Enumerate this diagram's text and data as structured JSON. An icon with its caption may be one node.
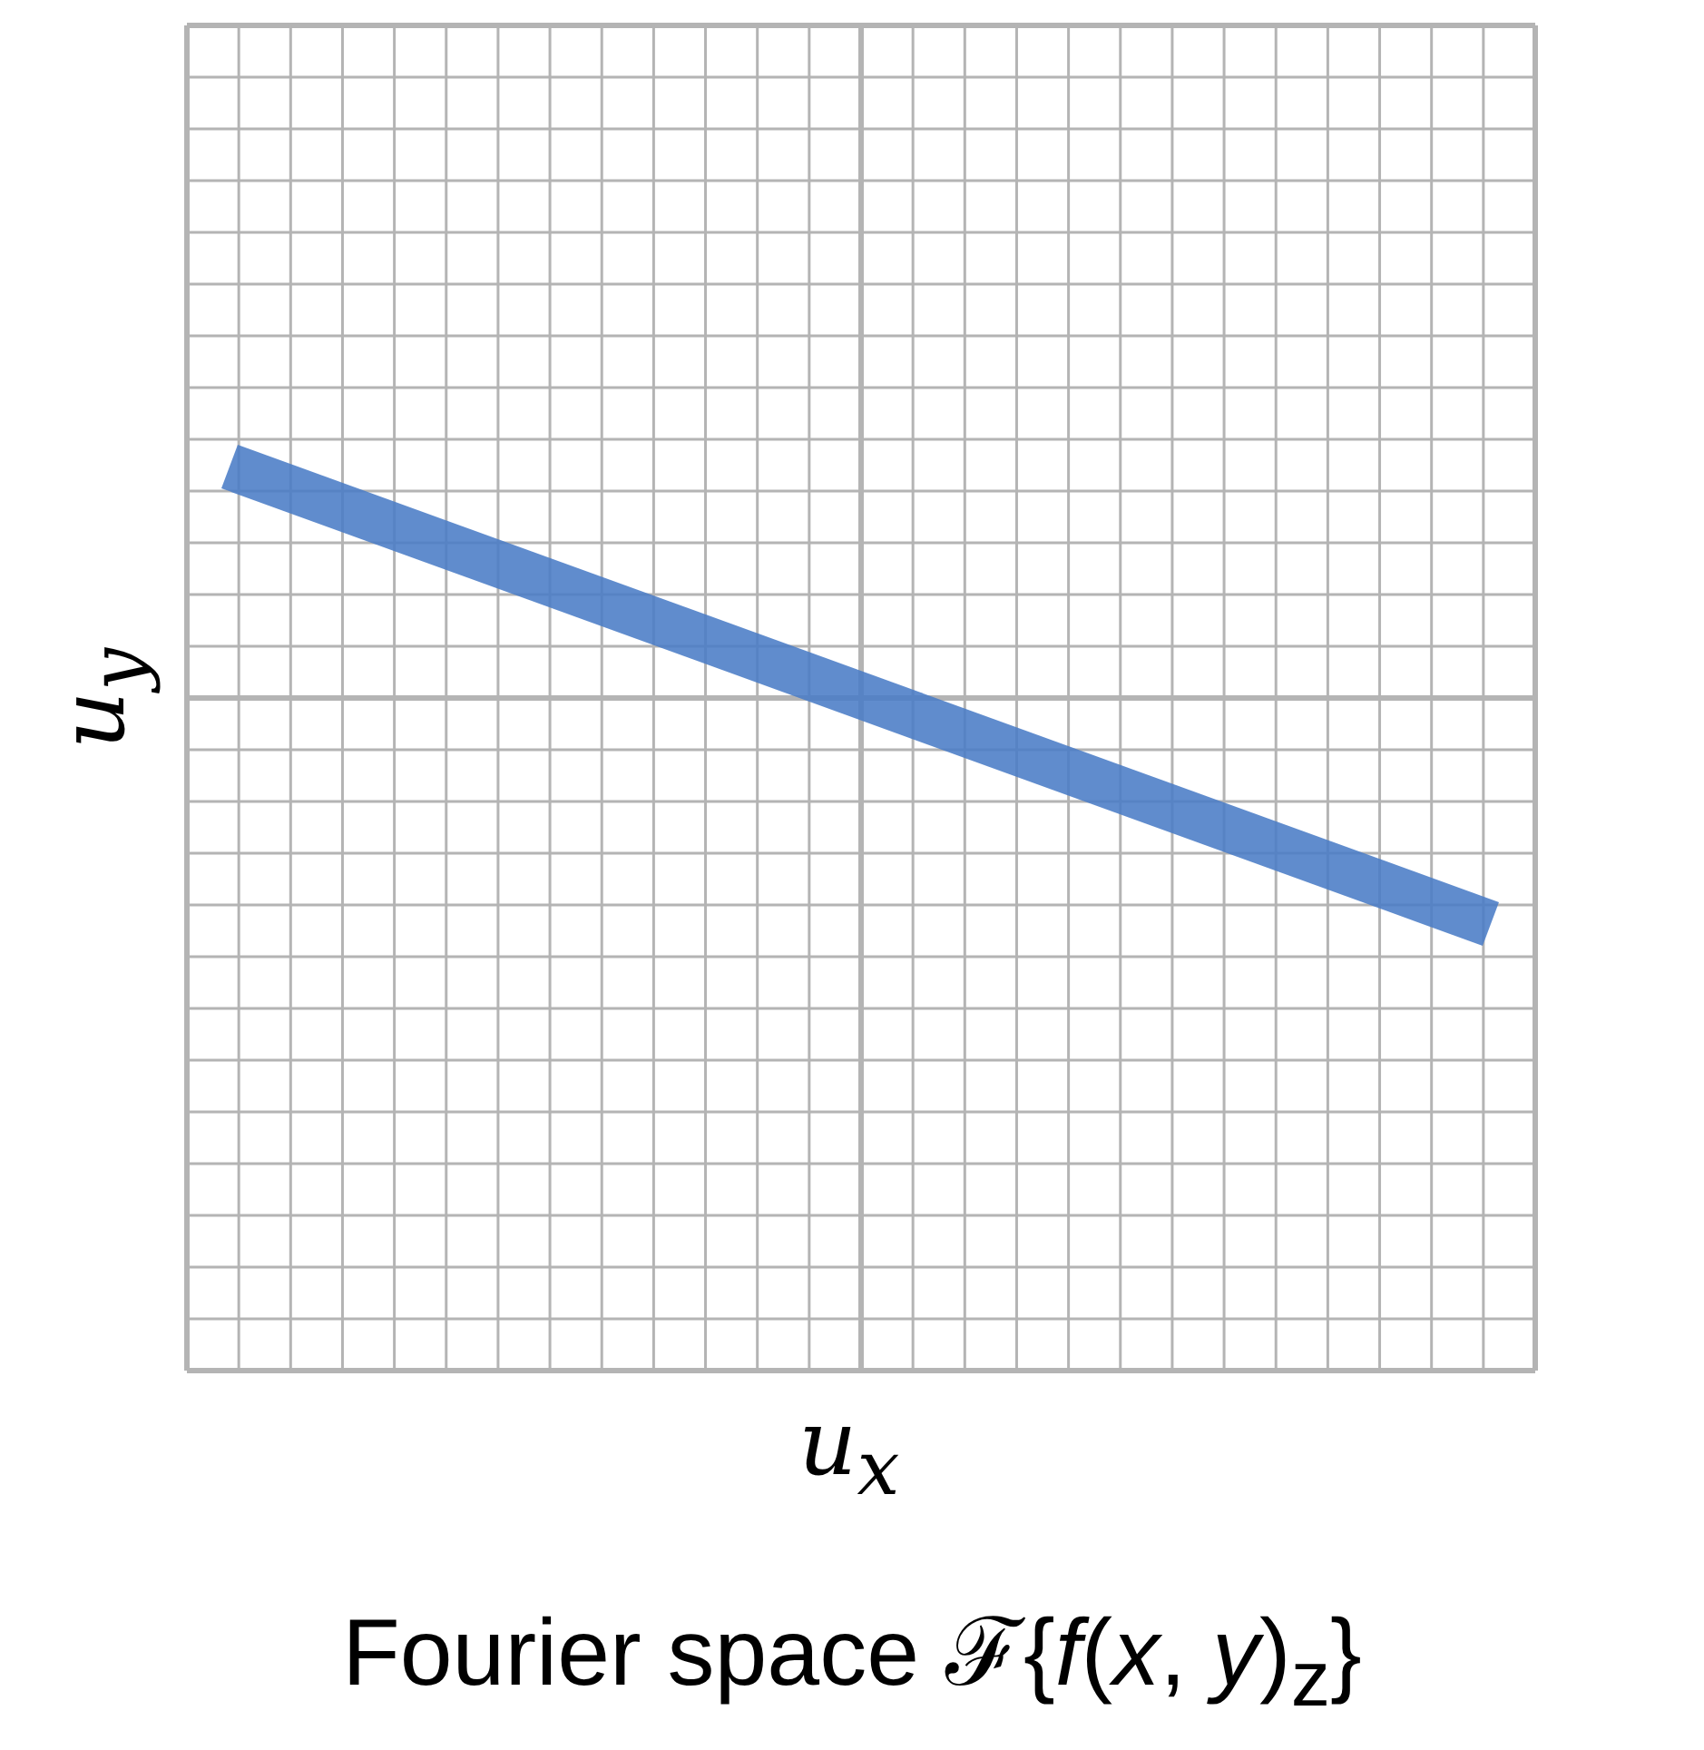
{
  "diagram": {
    "caption": "Fourier space ℱ{*f*(*x*, *y*)$_{z}$}",
    "labels": [
      "u$_{y}$",
      "u$_{x}$"
    ]
  }
}
